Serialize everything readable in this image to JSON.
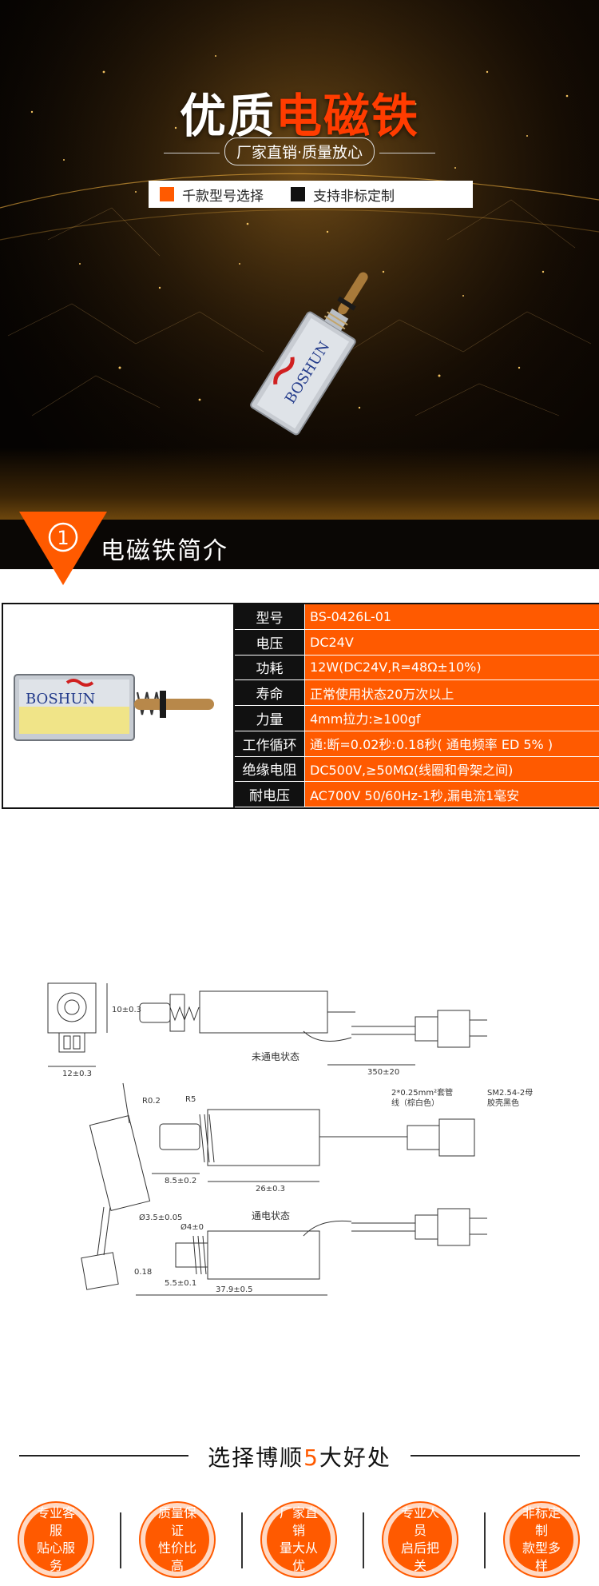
{
  "hero": {
    "title_white": "优质",
    "title_orange": "电磁铁",
    "subtitle": "厂家直销·质量放心",
    "feature_1": "千款型号选择",
    "feature_2": "支持非标定制",
    "product_brand": "BOSHUN"
  },
  "section": {
    "number": "1",
    "title": "电磁铁简介"
  },
  "spec": {
    "product_brand": "BOSHUN",
    "rows": [
      {
        "key": "型号",
        "value": "BS-0426L-01"
      },
      {
        "key": "电压",
        "value": "DC24V"
      },
      {
        "key": "功耗",
        "value": "12W(DC24V,R=48Ω±10%)"
      },
      {
        "key": "寿命",
        "value": "正常使用状态20万次以上"
      },
      {
        "key": "力量",
        "value": "4mm拉力:≥100gf"
      },
      {
        "key": "工作循环",
        "value": "通:断=0.02秒:0.18秒( 通电频率 ED 5% )"
      },
      {
        "key": "绝缘电阻",
        "value": "DC500V,≥50MΩ(线圈和骨架之间)"
      },
      {
        "key": "耐电压",
        "value": "AC700V 50/60Hz-1秒,漏电流1毫安"
      }
    ]
  },
  "drawing": {
    "state_off": "未通电状态",
    "state_on": "通电状态",
    "dim_height": "10±0.3",
    "dim_width": "12±0.3",
    "dim_cable": "350±20",
    "dim_r": "R0.2",
    "dim_r5": "R5",
    "dim_8_5": "8.5±0.2",
    "dim_26": "26±0.3",
    "dim_37_9": "37.9±0.5",
    "dim_5_5": "5.5±0.1",
    "dim_0_18": "0.18",
    "dim_d3_5": "Ø3.5±0.05",
    "dim_d4": "Ø4±0",
    "wire_note_1": "2*0.25mm²套管",
    "wire_note_2": "线（棕白色）",
    "conn_note_1": "SM2.54-2母",
    "conn_note_2": "胶壳黑色"
  },
  "advantages": {
    "title_prefix": "选择博顺",
    "title_number": "5",
    "title_suffix": "大好处",
    "items": [
      {
        "line1": "专业客服",
        "line2": "贴心服务"
      },
      {
        "line1": "质量保证",
        "line2": "性价比高"
      },
      {
        "line1": "厂家直销",
        "line2": "量大从优"
      },
      {
        "line1": "专业人员",
        "line2": "启后把关"
      },
      {
        "line1": "非标定制",
        "line2": "款型多样"
      }
    ]
  },
  "colors": {
    "accent": "#ff5a00",
    "dark": "#111111"
  }
}
